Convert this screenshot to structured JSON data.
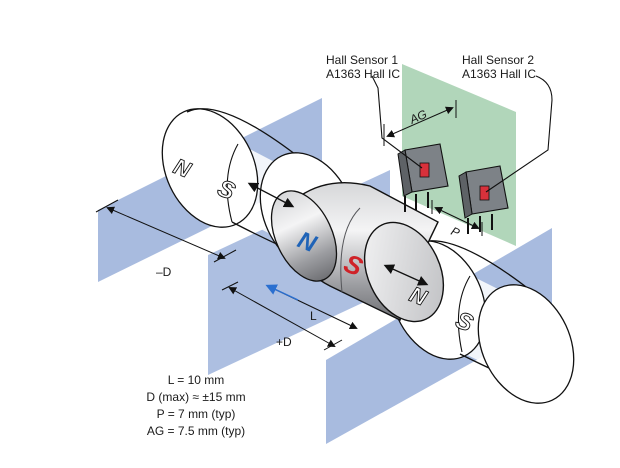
{
  "sensors": {
    "sensor1": {
      "title": "Hall Sensor 1",
      "subtitle": "A1363 Hall IC"
    },
    "sensor2": {
      "title": "Hall Sensor 2",
      "subtitle": "A1363 Hall IC"
    }
  },
  "dimensions": {
    "ag": "AG",
    "p": "P",
    "l": "L",
    "minus_d": "–D",
    "plus_d": "+D"
  },
  "magnet_poles": {
    "north": "N",
    "south": "S"
  },
  "specs": [
    "L = 10 mm",
    "D (max) ≈ ±15 mm",
    "P = 7 mm (typ)",
    "AG = 7.5 mm (typ)"
  ],
  "colors": {
    "plane_blue": "#9fb4dc",
    "board_green": "#a9d2b2",
    "chip_gray": "#7d8287",
    "element_red": "#d8313b",
    "north_blue": "#1f63b7",
    "south_red": "#cf2228"
  }
}
